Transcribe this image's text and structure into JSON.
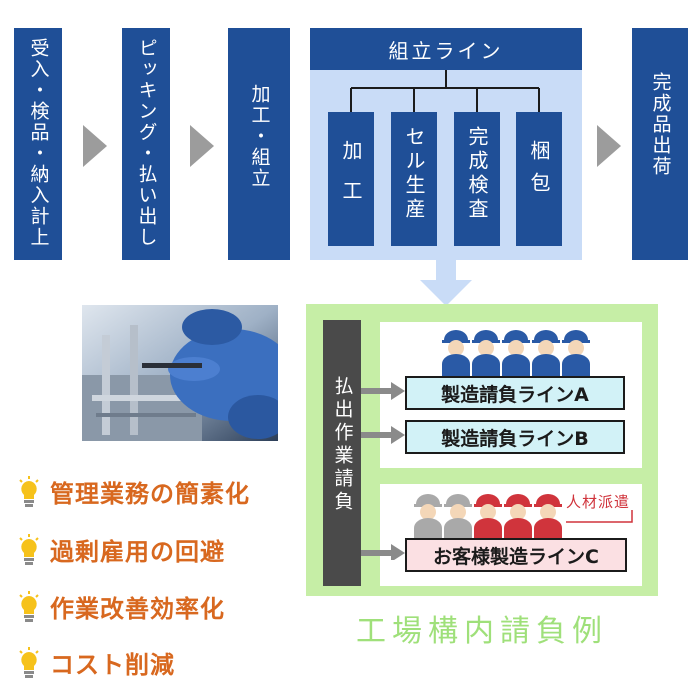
{
  "flow": {
    "step1": "受入・検品・納入計上",
    "step2": "ピッキング・払い出し",
    "step3": "加工・組立",
    "assembly_title": "組立ライン",
    "sub_steps": [
      "加工",
      "セル生産",
      "完成検査",
      "梱包"
    ],
    "step5": "完成品出荷"
  },
  "detail": {
    "vertical_label": "払出作業請負",
    "line_a": "製造請負ラインA",
    "line_b": "製造請負ラインB",
    "dispatch_label": "人材派遣",
    "line_c": "お客様製造ラインC",
    "caption": "工場構内請負例"
  },
  "benefits": [
    "管理業務の簡素化",
    "過剰雇用の回避",
    "作業改善効率化",
    "コスト削減"
  ],
  "colors": {
    "navy": "#1f4f97",
    "light_blue_panel": "#c9dcf7",
    "light_green": "#c6eea6",
    "benefit_orange": "#d8681f",
    "worker_blue": "#2a5aa6",
    "worker_red": "#d0343c",
    "worker_gray": "#a9a9a9"
  }
}
